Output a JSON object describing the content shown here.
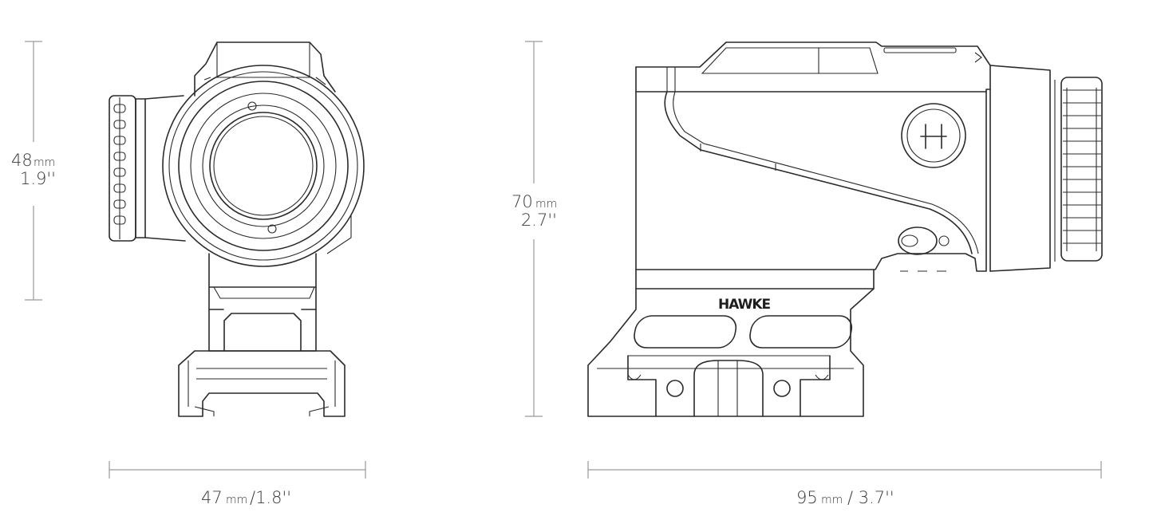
{
  "dimensions": {
    "front_height_mm": "48",
    "front_height_in": "1.9''",
    "front_width_mm": "47",
    "front_width_in": "/1.8''",
    "side_height_mm": "70",
    "side_height_in": "2.7''",
    "side_length_mm": "95",
    "side_length_in": "/ 3.7''",
    "unit_label": "mm"
  },
  "brand": {
    "logo_text": "HAWKE"
  }
}
